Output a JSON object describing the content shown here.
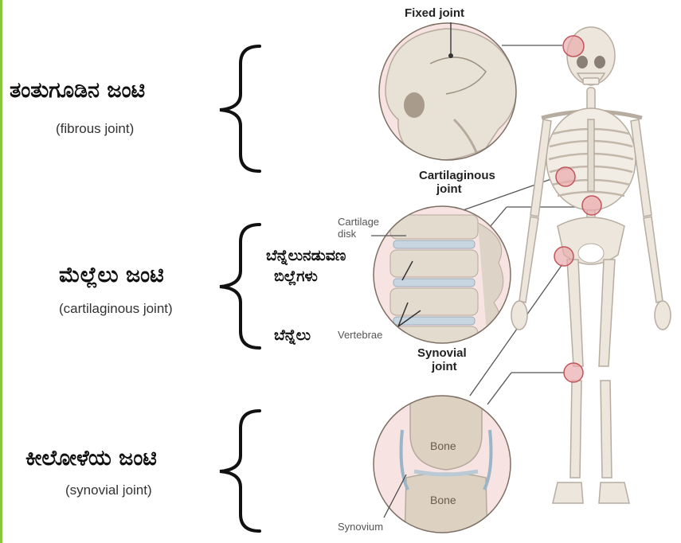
{
  "accent_color": "#8cc63f",
  "groups": [
    {
      "kannada": "ತಂತುಗೂಡಿನ ಜಂಟಿ",
      "english": "(fibrous joint)"
    },
    {
      "kannada": "ಮೆಲ್ಲೆಲು ಜಂಟಿ",
      "english": "(cartilaginous joint)"
    },
    {
      "kannada": "ಕೀಲೋಳೆಯ ಜಂಟಿ",
      "english": "(synovial joint)"
    }
  ],
  "labels": {
    "fixed_joint": "Fixed joint",
    "cartilaginous_joint_l1": "Cartilaginous",
    "cartilaginous_joint_l2": "joint",
    "synovial_joint_l1": "Synovial",
    "synovial_joint_l2": "joint",
    "cartilage_disk_l1": "Cartilage",
    "cartilage_disk_l2": "disk",
    "vertebrae": "Vertebrae",
    "synovium": "Synovium",
    "bone_top": "Bone",
    "bone_bottom": "Bone",
    "kn_intervertebral_l1": "ಬೆನ್ನೆಲುನಡುವಣ",
    "kn_intervertebral_l2": "ಬಿಲ್ಲೆಗಳು",
    "kn_vertebra": "ಬೆನ್ನೆಲು"
  }
}
